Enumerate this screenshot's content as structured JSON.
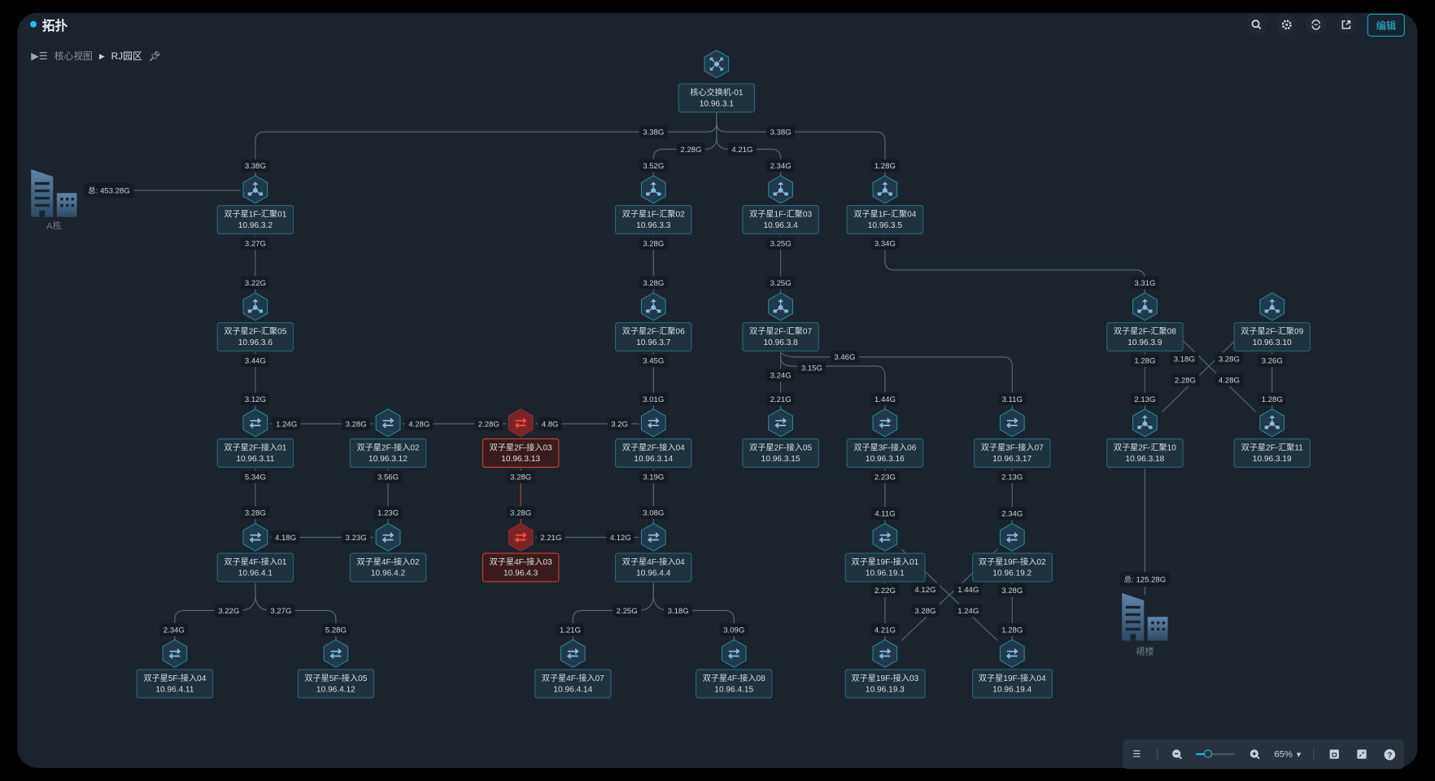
{
  "header": {
    "title": "拓扑",
    "edit_label": "编辑",
    "icons": [
      "search-icon",
      "gear-icon",
      "refresh-icon",
      "export-icon"
    ]
  },
  "breadcrumb": {
    "items": [
      "核心视图",
      "RJ园区"
    ]
  },
  "buildings": [
    {
      "label": "A栋",
      "total": "总: 453.28G"
    },
    {
      "label": "裙楼",
      "total": "总: 125.28G"
    }
  ],
  "colors": {
    "accent": "#1d9fb8",
    "alarm": "#d2402f",
    "node_fill": "#1f3a4a"
  },
  "nodes": [
    {
      "name": "核心交换机-01",
      "ip": "10.96.3.1",
      "kind": "core",
      "status": "normal"
    },
    {
      "name": "双子星1F-汇聚01",
      "ip": "10.96.3.2",
      "kind": "agg",
      "status": "normal"
    },
    {
      "name": "双子星1F-汇聚02",
      "ip": "10.96.3.3",
      "kind": "agg",
      "status": "normal"
    },
    {
      "name": "双子星1F-汇聚03",
      "ip": "10.96.3.4",
      "kind": "agg",
      "status": "normal"
    },
    {
      "name": "双子星1F-汇聚04",
      "ip": "10.96.3.5",
      "kind": "agg",
      "status": "normal"
    },
    {
      "name": "双子星2F-汇聚05",
      "ip": "10.96.3.6",
      "kind": "agg",
      "status": "normal"
    },
    {
      "name": "双子星2F-汇聚06",
      "ip": "10.96.3.7",
      "kind": "agg",
      "status": "normal"
    },
    {
      "name": "双子星2F-汇聚07",
      "ip": "10.96.3.8",
      "kind": "agg",
      "status": "normal"
    },
    {
      "name": "双子星2F-汇聚08",
      "ip": "10.96.3.9",
      "kind": "agg",
      "status": "normal"
    },
    {
      "name": "双子星2F-汇聚09",
      "ip": "10.96.3.10",
      "kind": "agg",
      "status": "normal"
    },
    {
      "name": "双子星2F-接入01",
      "ip": "10.96.3.11",
      "kind": "access",
      "status": "normal"
    },
    {
      "name": "双子星2F-接入02",
      "ip": "10.96.3.12",
      "kind": "access",
      "status": "normal"
    },
    {
      "name": "双子星2F-接入03",
      "ip": "10.96.3.13",
      "kind": "access",
      "status": "alarm"
    },
    {
      "name": "双子星2F-接入04",
      "ip": "10.96.3.14",
      "kind": "access",
      "status": "normal"
    },
    {
      "name": "双子星2F-接入05",
      "ip": "10.96.3.15",
      "kind": "access",
      "status": "normal"
    },
    {
      "name": "双子星3F-接入06",
      "ip": "10.96.3.16",
      "kind": "access",
      "status": "normal"
    },
    {
      "name": "双子星3F-接入07",
      "ip": "10.96.3.17",
      "kind": "access",
      "status": "normal"
    },
    {
      "name": "双子星2F-汇聚10",
      "ip": "10.96.3.18",
      "kind": "agg",
      "status": "normal"
    },
    {
      "name": "双子星2F-汇聚11",
      "ip": "10.96.3.19",
      "kind": "agg",
      "status": "normal"
    },
    {
      "name": "双子星4F-接入01",
      "ip": "10.96.4.1",
      "kind": "access",
      "status": "normal"
    },
    {
      "name": "双子星4F-接入02",
      "ip": "10.96.4.2",
      "kind": "access",
      "status": "normal"
    },
    {
      "name": "双子星4F-接入03",
      "ip": "10.96.4.3",
      "kind": "access",
      "status": "alarm"
    },
    {
      "name": "双子星4F-接入04",
      "ip": "10.96.4.4",
      "kind": "access",
      "status": "normal"
    },
    {
      "name": "双子星19F-接入01",
      "ip": "10.96.19.1",
      "kind": "access",
      "status": "normal"
    },
    {
      "name": "双子星19F-接入02",
      "ip": "10.96.19.2",
      "kind": "access",
      "status": "normal"
    },
    {
      "name": "双子星5F-接入04",
      "ip": "10.96.4.11",
      "kind": "access",
      "status": "normal"
    },
    {
      "name": "双子星5F-接入05",
      "ip": "10.96.4.12",
      "kind": "access",
      "status": "normal"
    },
    {
      "name": "双子星4F-接入07",
      "ip": "10.96.4.14",
      "kind": "access",
      "status": "normal"
    },
    {
      "name": "双子星4F-接入08",
      "ip": "10.96.4.15",
      "kind": "access",
      "status": "normal"
    },
    {
      "name": "双子星19F-接入03",
      "ip": "10.96.19.3",
      "kind": "access",
      "status": "normal"
    },
    {
      "name": "双子星19F-接入04",
      "ip": "10.96.19.4",
      "kind": "access",
      "status": "normal"
    }
  ],
  "links": [
    {
      "a": "3.38G",
      "b": "3.38G"
    },
    {
      "a": "2.28G",
      "b": "3.52G"
    },
    {
      "a": "4.21G",
      "b": "2.34G"
    },
    {
      "a": "3.38G",
      "b": "1.28G"
    },
    {
      "a": "3.27G",
      "b": "3.22G"
    },
    {
      "a": "3.28G",
      "b": "3.28G"
    },
    {
      "a": "3.25G",
      "b": "3.25G"
    },
    {
      "a": "3.34G",
      "b": "3.31G"
    },
    {
      "a": "3.44G",
      "b": "3.12G"
    },
    {
      "a": "3.45G",
      "b": "3.01G"
    },
    {
      "a": "3.24G",
      "b": "2.21G"
    },
    {
      "a": "3.15G",
      "b": "1.44G"
    },
    {
      "a": "3.46G",
      "b": "3.11G"
    },
    {
      "a": "1.28G",
      "b": "2.13G"
    },
    {
      "a": "3.26G",
      "b": "1.28G"
    },
    {
      "a": "3.18G",
      "b": "4.28G"
    },
    {
      "a": "3.28G",
      "b": "2.28G"
    },
    {
      "a": "1.24G",
      "b": "3.28G"
    },
    {
      "a": "4.28G",
      "b": "2.28G"
    },
    {
      "a": "4.8G",
      "b": "3.2G"
    },
    {
      "a": "5.34G",
      "b": "3.28G"
    },
    {
      "a": "3.56G",
      "b": "1.23G"
    },
    {
      "a": "3.28G",
      "b": "3.28G",
      "status": "alarm"
    },
    {
      "a": "3.19G",
      "b": "3.08G"
    },
    {
      "a": "4.18G",
      "b": "3.23G"
    },
    {
      "a": "2.21G",
      "b": "4.12G"
    },
    {
      "a": "2.23G",
      "b": "4.11G"
    },
    {
      "a": "2.13G",
      "b": "2.34G"
    },
    {
      "a": "3.22G",
      "b": "2.34G"
    },
    {
      "a": "3.27G",
      "b": "5.28G"
    },
    {
      "a": "2.25G",
      "b": "1.21G"
    },
    {
      "a": "3.18G",
      "b": "3.09G"
    },
    {
      "a": "2.22G",
      "b": "4.21G"
    },
    {
      "a": "3.28G",
      "b": "1.28G"
    },
    {
      "a": "4.12G",
      "b": "1.24G"
    },
    {
      "a": "1.44G",
      "b": "3.28G"
    }
  ],
  "toolbar": {
    "zoom_level": "65%",
    "zoom_fraction": 0.3
  }
}
